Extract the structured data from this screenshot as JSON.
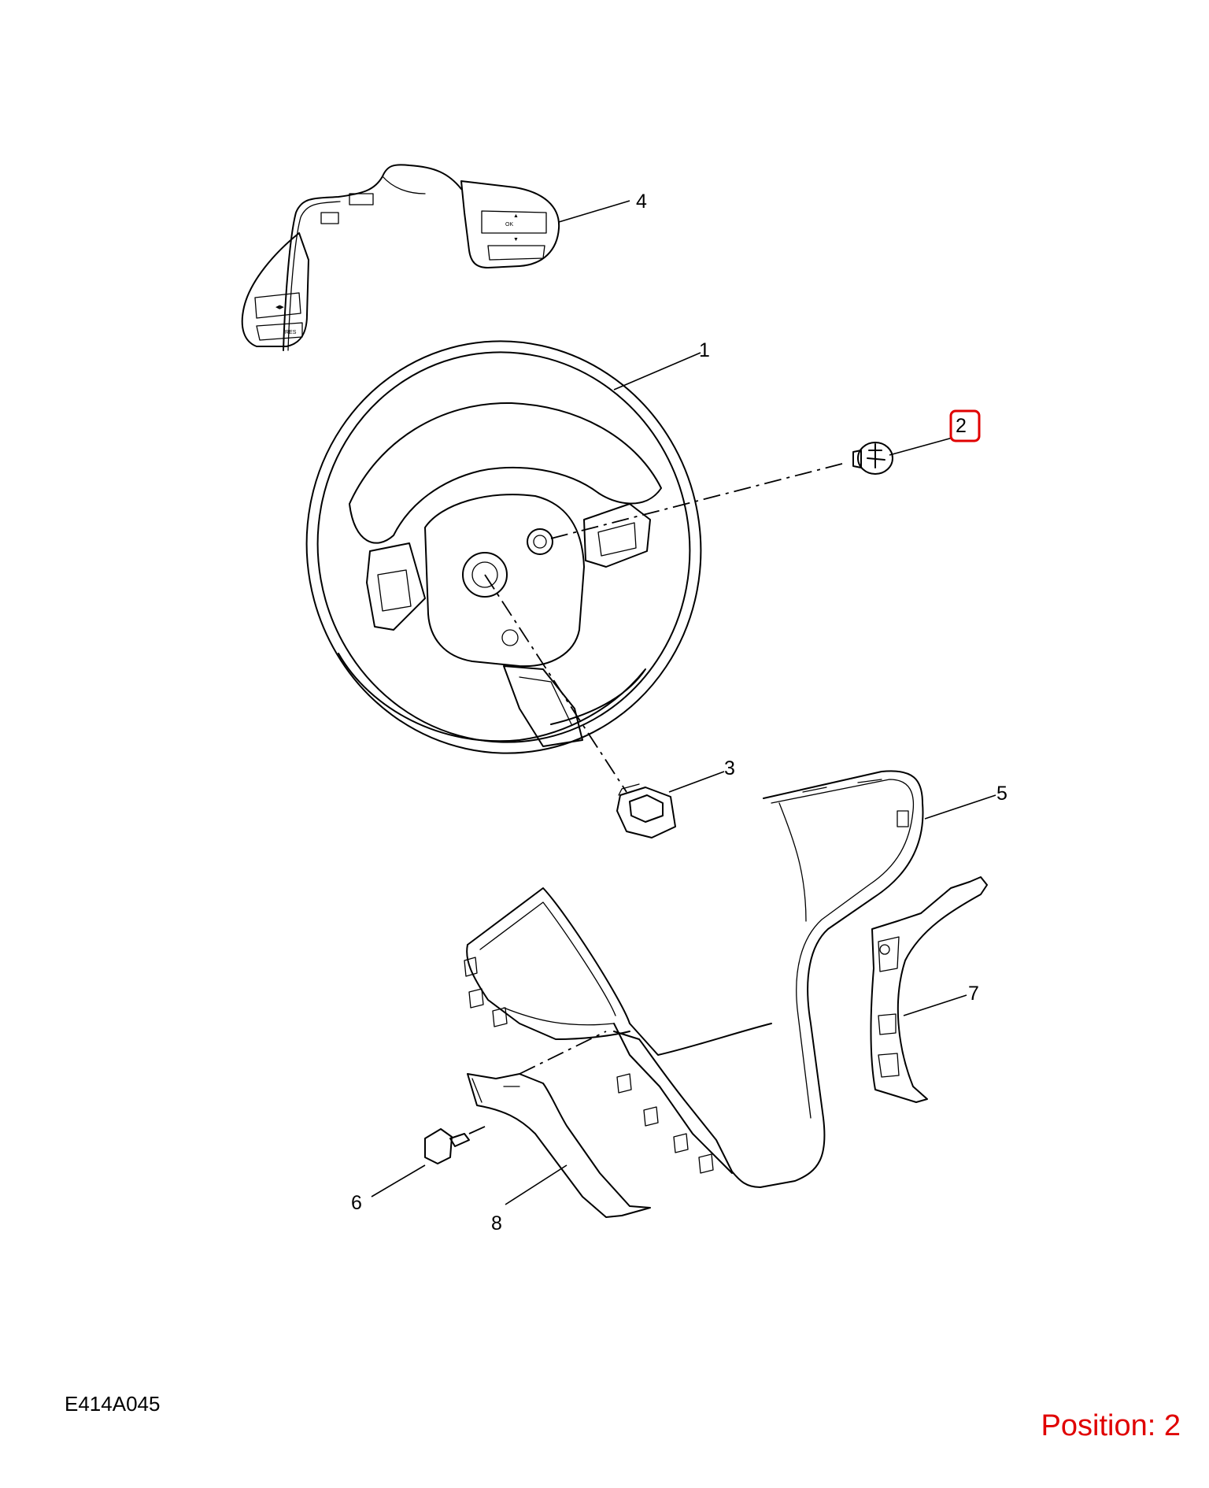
{
  "diagram": {
    "reference_code": "E414A045",
    "position_label": "Position: 2",
    "highlight_color": "#e00000",
    "callouts": [
      {
        "id": "1",
        "label": "1"
      },
      {
        "id": "2",
        "label": "2",
        "highlighted": true
      },
      {
        "id": "3",
        "label": "3"
      },
      {
        "id": "4",
        "label": "4"
      },
      {
        "id": "5",
        "label": "5"
      },
      {
        "id": "6",
        "label": "6"
      },
      {
        "id": "7",
        "label": "7"
      },
      {
        "id": "8",
        "label": "8"
      }
    ]
  }
}
